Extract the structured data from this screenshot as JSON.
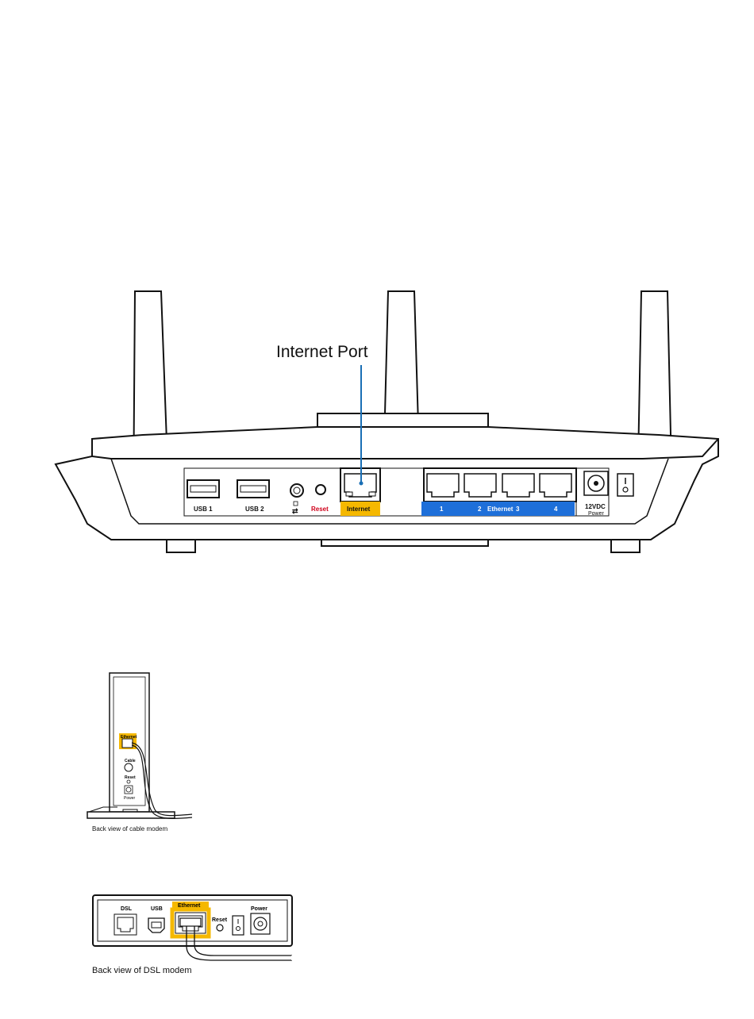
{
  "router": {
    "callout": "Internet Port",
    "ports": {
      "usb1": "USB 1",
      "usb2": "USB 2",
      "usb_sym": "⇄",
      "reset": "Reset",
      "internet": "Internet",
      "eth1": "1",
      "eth2": "2",
      "ethernet": "Ethernet",
      "eth3": "3",
      "eth4": "4",
      "power_top": "12VDC",
      "power_bottom": "Power"
    },
    "colors": {
      "internet": "#f5b800",
      "ethernet": "#1e6fd9",
      "callout_line": "#1a6fb5",
      "reset": "#d0021b"
    }
  },
  "cable_modem": {
    "labels": {
      "ethernet": "Ethernet",
      "cable": "Cable",
      "reset": "Reset",
      "power": "Power"
    },
    "caption": "Back view of cable modem"
  },
  "dsl_modem": {
    "labels": {
      "dsl": "DSL",
      "usb": "USB",
      "ethernet": "Ethernet",
      "reset": "Reset",
      "power": "Power"
    },
    "caption": "Back view of DSL modem"
  }
}
